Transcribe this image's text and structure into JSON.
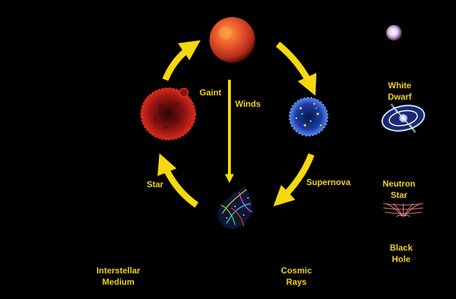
{
  "labels": {
    "giant": "Gaint",
    "winds": "Winds",
    "supernova": "Supernova",
    "star": "Star",
    "interstellar_medium": "Interstellar\nMedium",
    "cosmic_rays": "Cosmic\nRays",
    "white_dwarf": "White\nDwarf",
    "neutron_star": "Neutron\nStar",
    "black_hole": "Black\nHole"
  },
  "colors": {
    "background": "#000000",
    "text": "#f2d21a",
    "arrow": "#f6d80e",
    "sun": "#e0502a",
    "red_giant": "#c8241a",
    "supernova_remnant": "#2a46c8",
    "white_dwarf": "#e6c8f0"
  }
}
